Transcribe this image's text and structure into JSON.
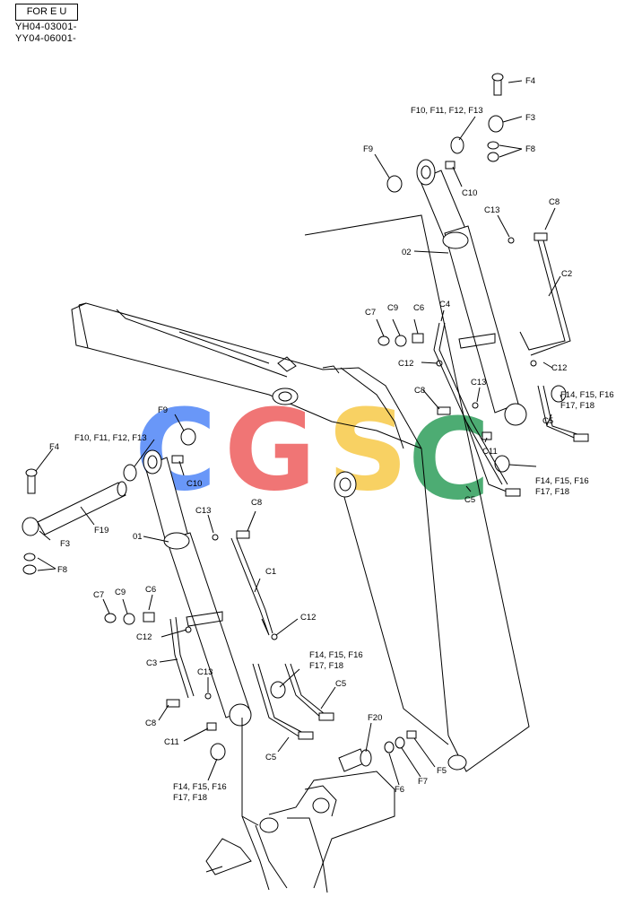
{
  "header": {
    "title": "FOR E U",
    "serial_1": "YH04-03001-",
    "serial_2": "YY04-06001-"
  },
  "watermark": {
    "letters": [
      "C",
      "G",
      "S",
      "C"
    ],
    "colors": [
      "#4f86f7",
      "#ee5e5e",
      "#f7c948",
      "#2e9e5b"
    ]
  },
  "labels": {
    "f4_top": "F4",
    "f10_top": "F10, F11, F12, F13",
    "f3_top": "F3",
    "f8_top": "F8",
    "f9_top": "F9",
    "c10_top": "C10",
    "c13_top": "C13",
    "c8_top": "C8",
    "p02": "02",
    "c2": "C2",
    "c7_top": "C7",
    "c9_top": "C9",
    "c6_top": "C6",
    "c4": "C4",
    "c12_top_a": "C12",
    "c12_top_b": "C12",
    "c8_mid": "C8",
    "c13_mid": "C13",
    "f14_group_a1": "F14, F15, F16",
    "f14_group_a2": "F17, F18",
    "c11_top": "C11",
    "f14_group_b1": "F14, F15, F16",
    "f14_group_b2": "F17, F18",
    "c5_top": "C5",
    "f9_left": "F9",
    "f10_left": "F10, F11, F12, F13",
    "c10_left": "C10",
    "f4_left": "F4",
    "f19": "F19",
    "f3_left": "F3",
    "f8_left": "F8",
    "c13_left": "C13",
    "c8_left_top": "C8",
    "p01": "01",
    "c1": "C1",
    "c7_left": "C7",
    "c9_left": "C9",
    "c6_left": "C6",
    "c12_left_a": "C12",
    "c12_left_b": "C12",
    "c3": "C3",
    "c13_left_b": "C13",
    "f14_group_c1": "F14, F15, F16",
    "f14_group_c2": "F17, F18",
    "c5_left_a": "C5",
    "c8_left_b": "C8",
    "c11_left": "C11",
    "c5_left_b": "C5",
    "f14_group_d1": "F14, F15, F16",
    "f14_group_d2": "F17, F18",
    "f20": "F20",
    "f5": "F5",
    "f7": "F7",
    "f6": "F6"
  }
}
